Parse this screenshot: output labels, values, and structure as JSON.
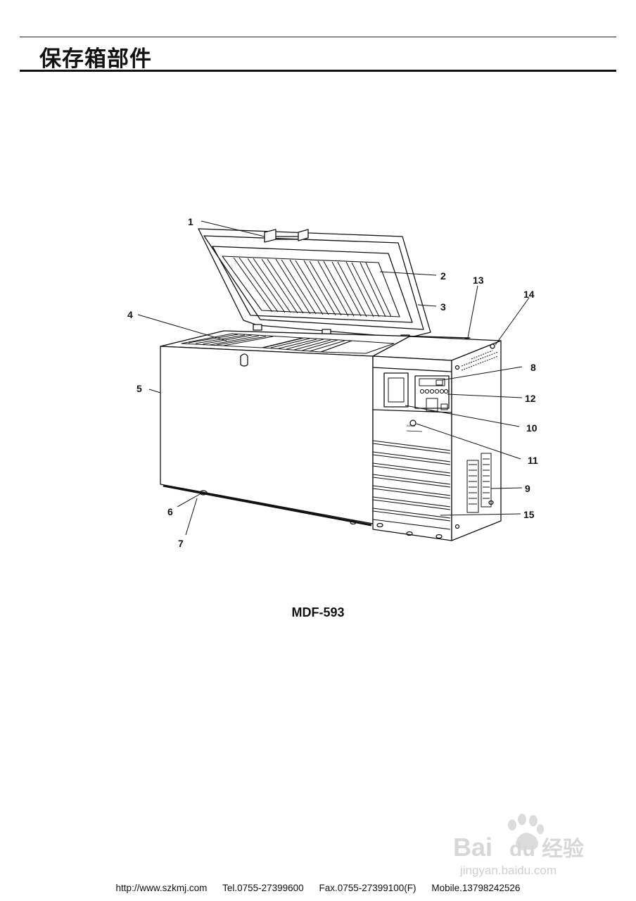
{
  "header": {
    "title": "保存箱部件"
  },
  "diagram": {
    "callouts": [
      "1",
      "2",
      "3",
      "4",
      "5",
      "6",
      "7",
      "8",
      "9",
      "10",
      "11",
      "12",
      "13",
      "14",
      "15"
    ],
    "panel_brand": "SANYO"
  },
  "model": {
    "name": "MDF-593"
  },
  "footer": {
    "url": "http://www.szkmj.com",
    "tel": "Tel.0755-27399600",
    "fax": "Fax.0755-27399100(F)",
    "mobile": "Mobile.13798242526"
  },
  "watermark": {
    "brand_a": "Bai",
    "brand_b": "du",
    "brand_cn": "经验",
    "site": "jingyan.baidu.com"
  }
}
